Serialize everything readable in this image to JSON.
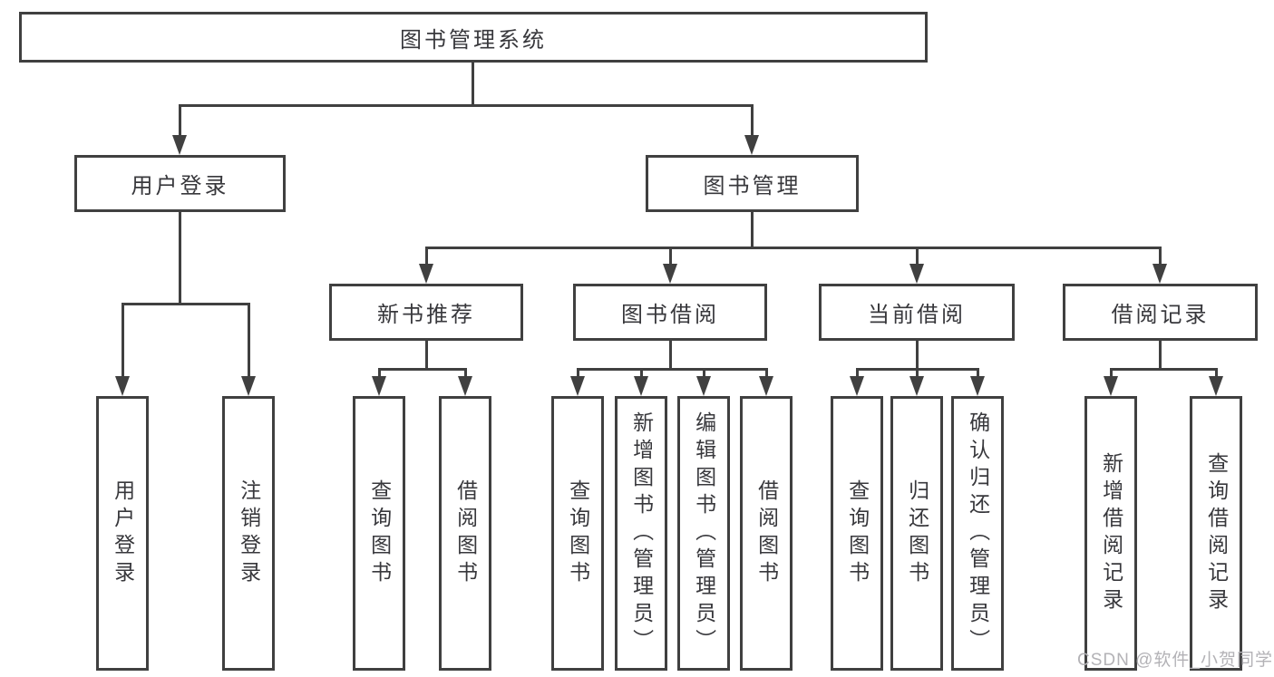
{
  "tree": {
    "label": "图书管理系统",
    "children": [
      {
        "label": "用户登录",
        "children": [
          {
            "label": "用户登录"
          },
          {
            "label": "注销登录"
          }
        ]
      },
      {
        "label": "图书管理",
        "children": [
          {
            "label": "新书推荐",
            "children": [
              {
                "label": "查询图书"
              },
              {
                "label": "借阅图书"
              }
            ]
          },
          {
            "label": "图书借阅",
            "children": [
              {
                "label": "查询图书"
              },
              {
                "label": "新增图书（管理员）"
              },
              {
                "label": "编辑图书（管理员）"
              },
              {
                "label": "借阅图书"
              }
            ]
          },
          {
            "label": "当前借阅",
            "children": [
              {
                "label": "查询图书"
              },
              {
                "label": "归还图书"
              },
              {
                "label": "确认归还（管理员）"
              }
            ]
          },
          {
            "label": "借阅记录",
            "children": [
              {
                "label": "新增借阅记录"
              },
              {
                "label": "查询借阅记录"
              }
            ]
          }
        ]
      }
    ]
  },
  "watermark": {
    "text": "CSDN @软件_小贺同学",
    "color": "#b3b2b6"
  },
  "colors": {
    "line": "#404040",
    "text": "#38383c",
    "background": "#ffffff"
  }
}
